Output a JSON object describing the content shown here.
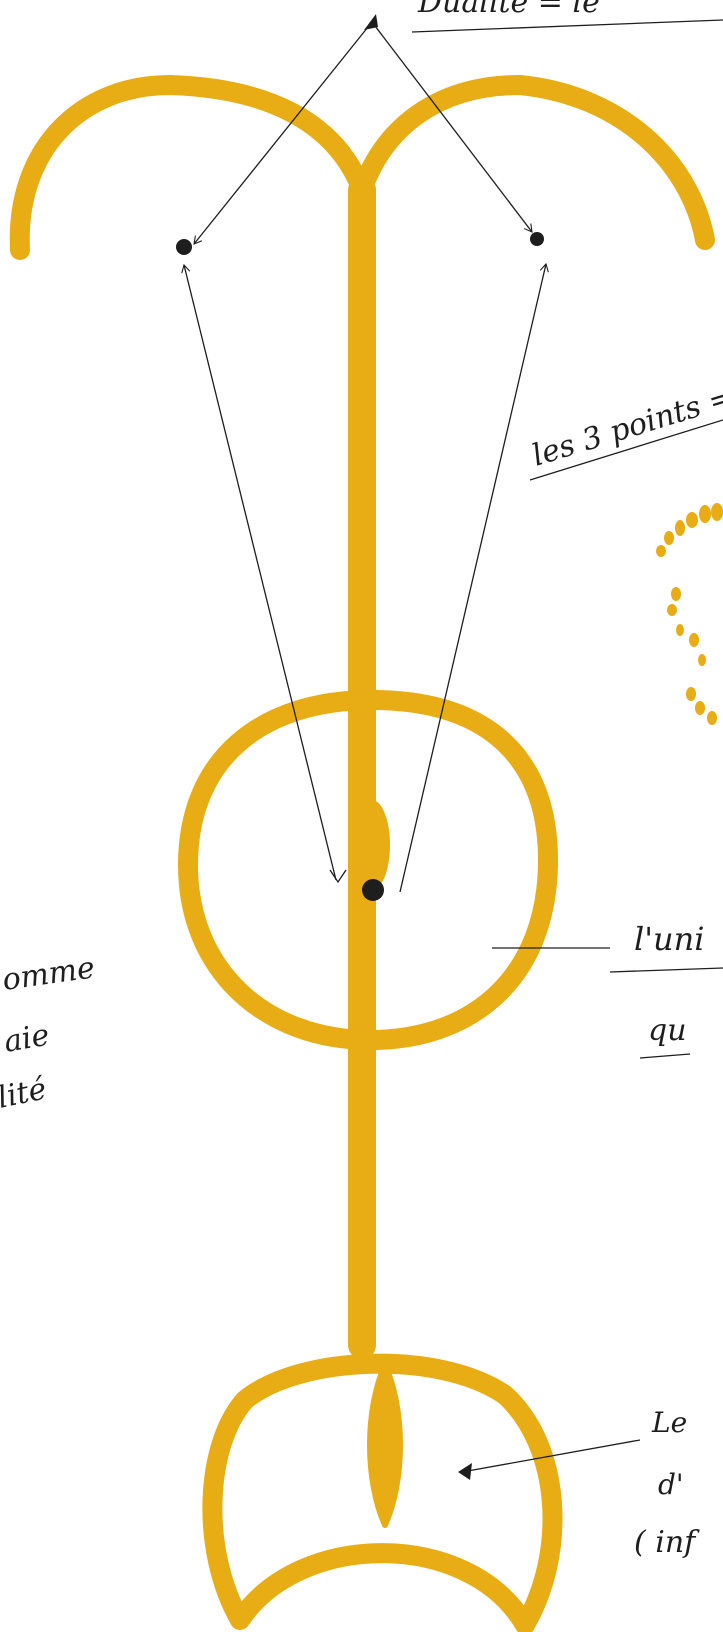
{
  "colors": {
    "paper": "#ffffff",
    "gold": "#e8ac14",
    "gold_dark": "#c98f0c",
    "ink": "#1e1e1e"
  },
  "annotations": {
    "top": "Dualité = le",
    "three_points": "les 3 points =",
    "unity_line1": "l'uni",
    "unity_line2": "qu",
    "left_line1": "omme",
    "left_line2": "aie",
    "left_line3": "lité",
    "bottom_line1": "Le",
    "bottom_line2": "d'",
    "bottom_line3": "( inf"
  },
  "icons": {
    "arrowheads": "arrow-icon",
    "points": "dot-icon"
  }
}
